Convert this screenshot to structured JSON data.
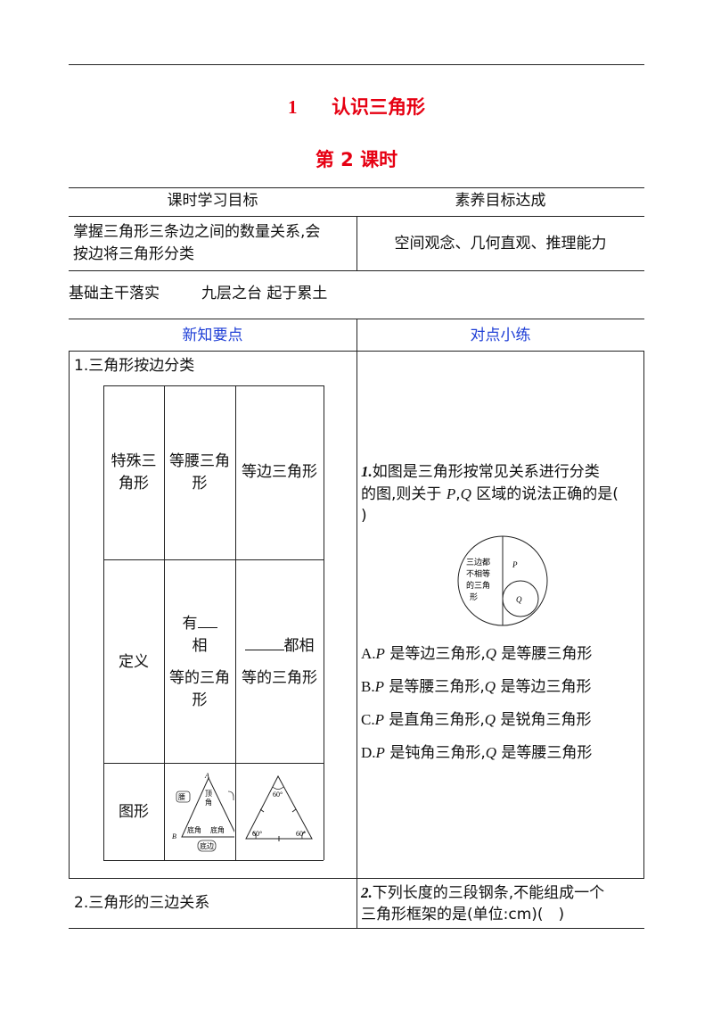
{
  "header": {
    "lesson_number": "1",
    "lesson_title": "认识三角形",
    "period": "第 2 课时"
  },
  "goals_table": {
    "col1_header": "课时学习目标",
    "col2_header": "素养目标达成",
    "goal_text_line1": "掌握三角形三条边之间的数量关系,会",
    "goal_text_line2": "按边将三角形分类",
    "literacy_text": "空间观念、几何直观、推理能力"
  },
  "section": {
    "label": "基础主干落实",
    "motto": "九层之台 起于累土"
  },
  "main_table": {
    "left_header": "新知要点",
    "right_header": "对点小练",
    "point1_title": "1.三角形按边分类",
    "point2_title": "2.三角形的三边关系",
    "inner_table": {
      "row_special_label_1": "特殊三",
      "row_special_label_2": "角形",
      "isosceles_1": "等腰三角",
      "isosceles_2": "形",
      "equilateral": "等边三角形",
      "row_def_label": "定义",
      "def_iso_1": "有",
      "def_iso_2": "相",
      "def_iso_3": "等的三角",
      "def_iso_4": "形",
      "def_equi_1": "都相",
      "def_equi_2": "等的三角形",
      "row_fig_label": "图形"
    },
    "iso_figure": {
      "vertex_a": "A",
      "vertex_b": "B",
      "leg_label": "腰",
      "apex_angle_1": "顶",
      "apex_angle_2": "角",
      "base_angle_left": "底角",
      "base_angle_right": "底角",
      "base_label": "底边"
    },
    "equi_figure": {
      "angle_top": "60°",
      "angle_left": "60°",
      "angle_right": "60°"
    },
    "q1": {
      "number": "1.",
      "text_line1": "如图是三角形按常见关系进行分类",
      "text_line2_a": "的图,则关于 ",
      "var_p": "P",
      "comma": ",",
      "var_q": "Q",
      "text_line2_b": " 区域的说法正确的是(",
      "text_line3": ")",
      "diagram": {
        "left_1": "三边都",
        "left_2": "不相等",
        "left_3": "的三角",
        "left_4": "形",
        "p": "P",
        "q": "Q"
      },
      "options": [
        {
          "letter": "A.",
          "p": "P",
          "mid": " 是等边三角形,",
          "q": "Q",
          "end": " 是等腰三角形"
        },
        {
          "letter": "B.",
          "p": "P",
          "mid": " 是等腰三角形,",
          "q": "Q",
          "end": " 是等边三角形"
        },
        {
          "letter": "C.",
          "p": "P",
          "mid": " 是直角三角形,",
          "q": "Q",
          "end": " 是锐角三角形"
        },
        {
          "letter": "D.",
          "p": "P",
          "mid": " 是钝角三角形,",
          "q": "Q",
          "end": " 是等腰三角形"
        }
      ]
    },
    "q2": {
      "number": "2.",
      "text_line1": "下列长度的三段钢条,不能组成一个",
      "text_line2": "三角形框架的是(单位:cm)(　)"
    }
  }
}
